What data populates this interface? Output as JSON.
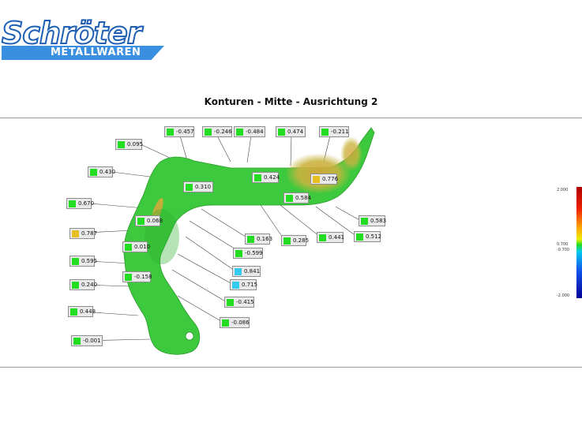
{
  "logo": {
    "main": "Schröter",
    "sub": "METALLWAREN"
  },
  "title": "Konturen - Mitte - Ausrichtung 2",
  "colors": {
    "green": "#22dd22",
    "yellow": "#e6c020",
    "cyan": "#33ccee",
    "part": "#3dc93d"
  },
  "callouts": [
    {
      "value": "0.095",
      "color": "green"
    },
    {
      "value": "-0.457",
      "color": "green"
    },
    {
      "value": "-0.246",
      "color": "green"
    },
    {
      "value": "-0.484",
      "color": "green"
    },
    {
      "value": "0.474",
      "color": "green"
    },
    {
      "value": "-0.211",
      "color": "green"
    },
    {
      "value": "0.430",
      "color": "green"
    },
    {
      "value": "0.310",
      "color": "green"
    },
    {
      "value": "0.424",
      "color": "green"
    },
    {
      "value": "0.776",
      "color": "yellow"
    },
    {
      "value": "0.584",
      "color": "green"
    },
    {
      "value": "0.670",
      "color": "green"
    },
    {
      "value": "0.583",
      "color": "green"
    },
    {
      "value": "0.068",
      "color": "green"
    },
    {
      "value": "0.787",
      "color": "yellow"
    },
    {
      "value": "0.441",
      "color": "green"
    },
    {
      "value": "0.512",
      "color": "green"
    },
    {
      "value": "0.163",
      "color": "green"
    },
    {
      "value": "0.285",
      "color": "green"
    },
    {
      "value": "0.010",
      "color": "green"
    },
    {
      "value": "-0.599",
      "color": "green"
    },
    {
      "value": "0.595",
      "color": "green"
    },
    {
      "value": "0.841",
      "color": "cyan"
    },
    {
      "value": "-0.158",
      "color": "green"
    },
    {
      "value": "0.715",
      "color": "cyan"
    },
    {
      "value": "0.240",
      "color": "green"
    },
    {
      "value": "-0.415",
      "color": "green"
    },
    {
      "value": "0.448",
      "color": "green"
    },
    {
      "value": "-0.086",
      "color": "green"
    },
    {
      "value": "-0.001",
      "color": "green"
    }
  ],
  "scale": {
    "top": "2.000",
    "mid_upper": "0.700",
    "mid_lower": "-0.700",
    "bottom": "-2.000"
  }
}
